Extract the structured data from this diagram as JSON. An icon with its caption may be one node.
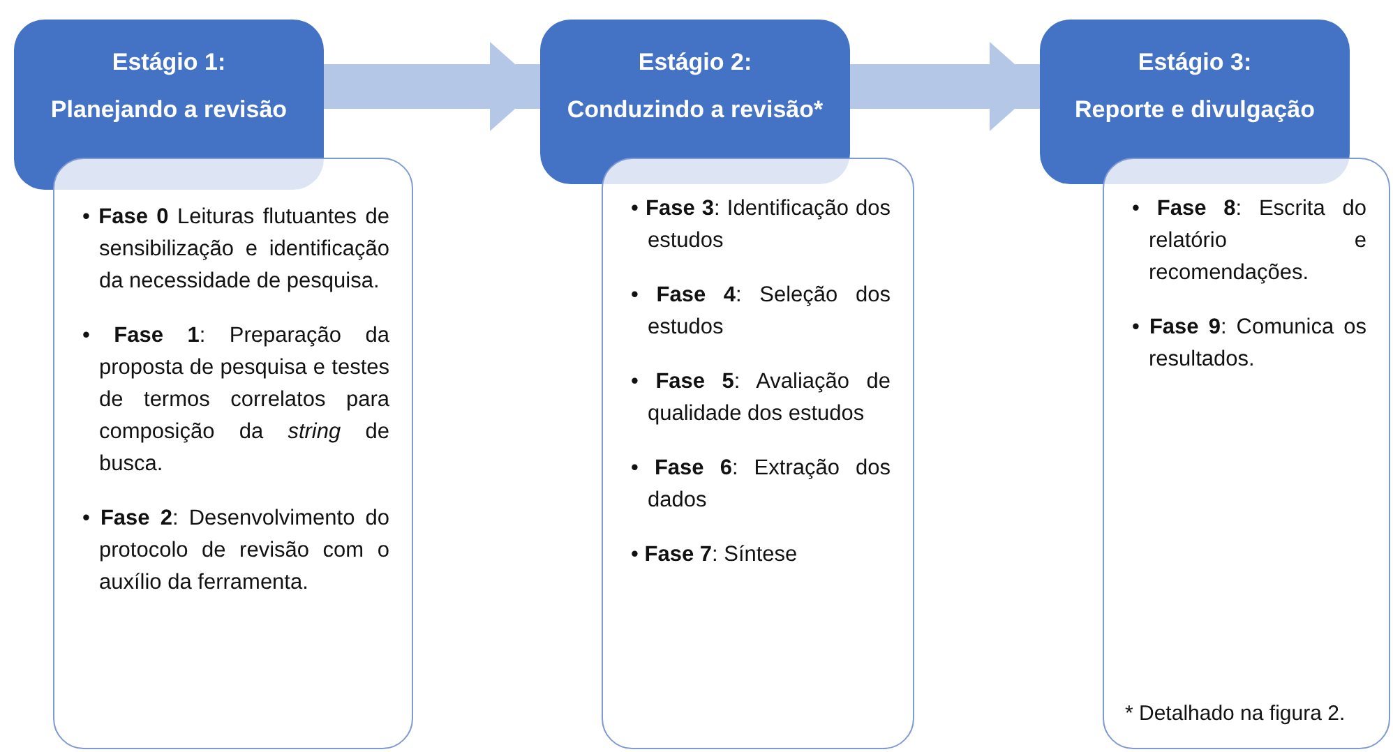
{
  "diagram": {
    "nodes": [
      {
        "text": [
          "Estágio 1:",
          "Planejando a revisão"
        ]
      },
      {
        "text": [
          "• **Fase 0** Leituras flutuantes de sensibilização e identificação da necessidade de pesquisa.",
          "• **Fase 1**: Preparação da proposta de pesquisa e testes de termos correlatos para composição da *string* de busca.",
          "• **Fase 2**: Desenvolvimento do protocolo de revisão com o auxílio da ferramenta."
        ]
      },
      {
        "text": [
          "Estágio 2:",
          "Conduzindo a revisão*"
        ]
      },
      {
        "text": [
          "• **Fase 3**: Identificação dos estudos",
          "• **Fase 4**: Seleção dos estudos",
          "• **Fase 5**: Avaliação de qualidade dos estudos",
          "• **Fase 6**: Extração dos dados",
          "• **Fase 7**: Síntese"
        ]
      },
      {
        "text": [
          "Estágio 3:",
          "Reporte e divulgação"
        ]
      },
      {
        "text": [
          "• **Fase 8**: Escrita do relatório e recomendações.",
          "• **Fase 9**: Comunica os resultados."
        ]
      }
    ],
    "edges": [
      {
        "from": 0,
        "to": 2,
        "arrow": "to"
      },
      {
        "from": 2,
        "to": 4,
        "arrow": "to"
      }
    ],
    "labels": [
      "* Detalhado na figura 2."
    ]
  }
}
